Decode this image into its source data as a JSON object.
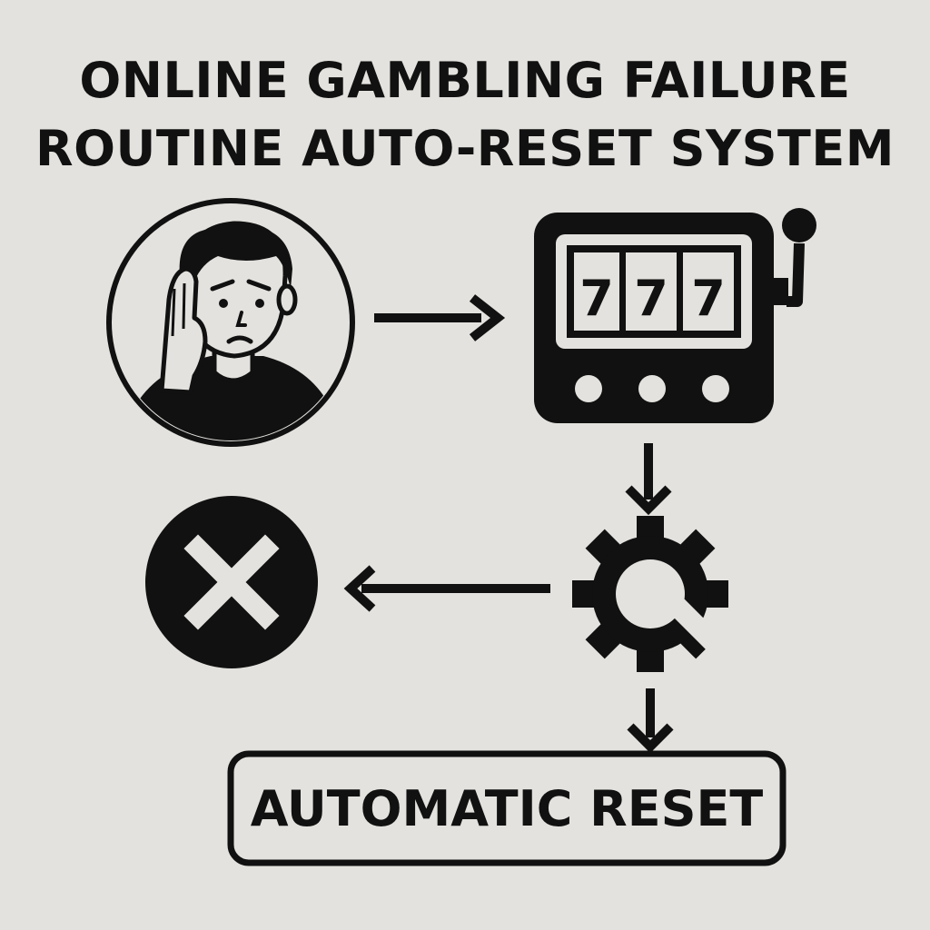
{
  "title": {
    "line1": "ONLINE GAMBLING FAILURE",
    "line2": "ROUTINE AUTO-RESET SYSTEM"
  },
  "slot_machine": {
    "reels": [
      "7",
      "7",
      "7"
    ]
  },
  "reset_box": {
    "label": "AUTOMATIC RESET"
  },
  "icons": {
    "person": "stressed-person-icon",
    "slot_machine": "slot-machine-icon",
    "gear": "gear-reset-icon",
    "cancel": "x-circle-icon"
  },
  "colors": {
    "background": "#e3e2de",
    "ink": "#111111"
  }
}
